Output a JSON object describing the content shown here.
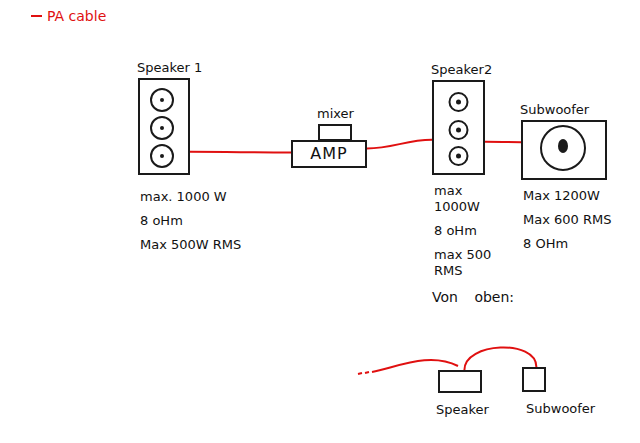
{
  "diagram": {
    "nodes": [
      {
        "text": [
          "Speaker 1",
          "max. 1000 W",
          "8 oHm",
          "Max 500W RMS"
        ]
      },
      {
        "text": [
          "mixer"
        ]
      },
      {
        "text": [
          "AMP"
        ]
      },
      {
        "text": [
          "Speaker2",
          "max 1000W",
          "8 oHm",
          "max 500 RMS"
        ]
      },
      {
        "text": [
          "Subwoofer",
          "Max 1200W",
          "Max 600 RMS",
          "8 OHm"
        ]
      },
      {
        "text": [
          "Speaker"
        ]
      },
      {
        "text": [
          "Subwoofer"
        ]
      }
    ],
    "edges": [
      {
        "from": 0,
        "to": 2,
        "arrow": "none"
      },
      {
        "from": 2,
        "to": 3,
        "arrow": "none"
      },
      {
        "from": 3,
        "to": 4,
        "arrow": "none"
      },
      {
        "from": 5,
        "to": 6,
        "arrow": "none"
      }
    ],
    "labels": [
      "Von oben:"
    ],
    "legend": [
      {
        "text": "PA cable"
      }
    ]
  }
}
